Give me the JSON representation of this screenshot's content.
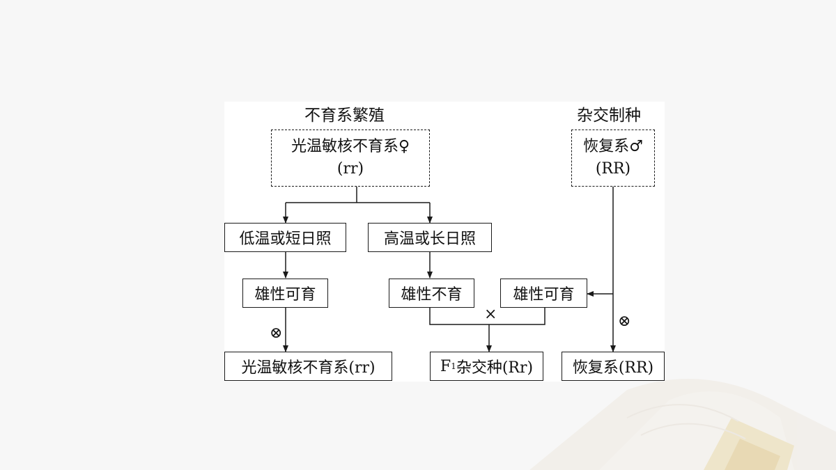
{
  "headings": {
    "left": "不育系繁殖",
    "right": "杂交制种"
  },
  "nodes": {
    "sterile_parent_line1": "光温敏核不育系♀",
    "sterile_parent_line2": "(rr)",
    "restorer_parent_line1": "恢复系♂",
    "restorer_parent_line2": "(RR)",
    "low_temp": "低温或短日照",
    "high_temp": "高温或长日照",
    "male_fertile_left": "雄性可育",
    "male_sterile": "雄性不育",
    "male_fertile_right": "雄性可育",
    "sterile_result": "光温敏核不育系(rr)",
    "f1_prefix": "F",
    "f1_subscript": "1",
    "f1_suffix": "杂交种(Rr)",
    "restorer_result": "恢复系(RR)"
  },
  "symbols": {
    "selfing": "⊗",
    "cross": "×"
  },
  "colors": {
    "line": "#1a1a1a",
    "text": "#111111",
    "diagram_bg": "#ffffff",
    "slide_bg": "#f7f7f7"
  }
}
